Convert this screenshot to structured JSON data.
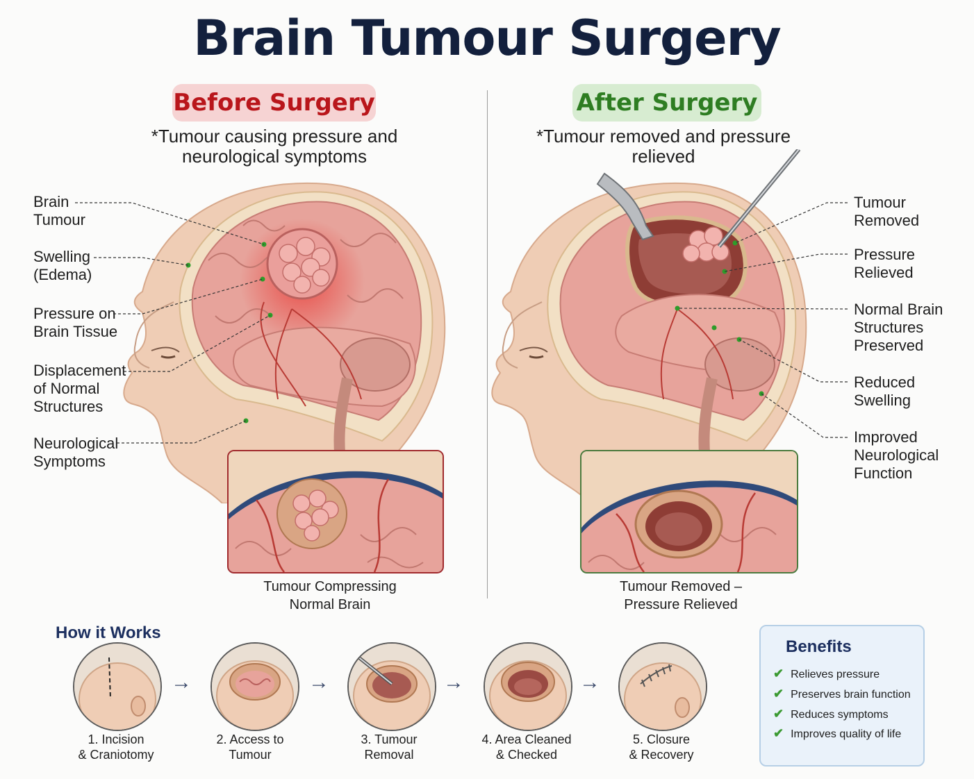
{
  "title": "Brain Tumour Surgery",
  "before": {
    "heading": "Before Surgery",
    "subtitle_line1": "*Tumour causing pressure and",
    "subtitle_line2": "neurological symptoms",
    "labels": [
      {
        "line1": "Brain",
        "line2": "Tumour"
      },
      {
        "line1": "Swelling",
        "line2": "(Edema)"
      },
      {
        "line1": "Pressure on",
        "line2": "Brain Tissue"
      },
      {
        "line1": "Displacement",
        "line2": "of Normal",
        "line3": "Structures"
      },
      {
        "line1": "Neurological",
        "line2": "Symptoms"
      }
    ],
    "caption_line1": "Tumour Compressing",
    "caption_line2": "Normal Brain"
  },
  "after": {
    "heading": "After Surgery",
    "subtitle_line1": "*Tumour removed and pressure",
    "subtitle_line2": "relieved",
    "labels": [
      {
        "line1": "Tumour",
        "line2": "Removed"
      },
      {
        "line1": "Pressure",
        "line2": "Relieved"
      },
      {
        "line1": "Normal Brain",
        "line2": "Structures",
        "line3": "Preserved"
      },
      {
        "line1": "Reduced",
        "line2": "Swelling"
      },
      {
        "line1": "Improved",
        "line2": "Neurological",
        "line3": "Function"
      }
    ],
    "caption_line1": "Tumour Removed –",
    "caption_line2": "Pressure Relieved"
  },
  "how_it_works": {
    "heading": "How it Works",
    "steps": [
      {
        "line1": "1. Incision",
        "line2": "& Craniotomy"
      },
      {
        "line1": "2. Access to",
        "line2": "Tumour"
      },
      {
        "line1": "3. Tumour",
        "line2": "Removal"
      },
      {
        "line1": "4. Area Cleaned",
        "line2": "& Checked"
      },
      {
        "line1": "5. Closure",
        "line2": "& Recovery"
      }
    ]
  },
  "benefits": {
    "heading": "Benefits",
    "items": [
      "Relieves pressure",
      "Preserves brain function",
      "Reduces symptoms",
      "Improves quality of life"
    ]
  },
  "colors": {
    "title": "#13203d",
    "before_accent": "#b9161b",
    "after_accent": "#2e7d22",
    "brain": "#e7a39b",
    "skin": "#f1d2bd"
  }
}
